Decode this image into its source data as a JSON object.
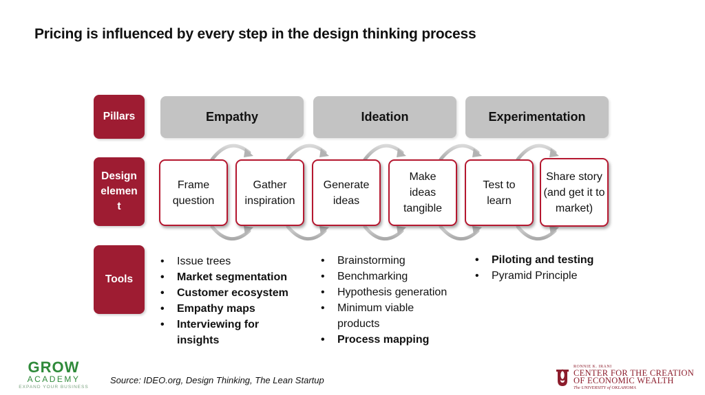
{
  "title": "Pricing is influenced by every step in the design thinking process",
  "row_labels": {
    "pillars": "Pillars",
    "design_element": "Design elemen t",
    "tools": "Tools"
  },
  "pillars": [
    "Empathy",
    "Ideation",
    "Experimentation"
  ],
  "design_elements": [
    "Frame question",
    "Gather inspiration",
    "Generate ideas",
    "Make ideas tangible",
    "Test to learn",
    "Share story (and get it to market)"
  ],
  "tools": {
    "empathy": [
      {
        "text": "Issue trees",
        "bold": false
      },
      {
        "text": "Market segmentation",
        "bold": true
      },
      {
        "text": "Customer ecosystem",
        "bold": true
      },
      {
        "text": "Empathy maps",
        "bold": true
      },
      {
        "text": "Interviewing for insights",
        "bold": true
      }
    ],
    "ideation": [
      {
        "text": "Brainstorming",
        "bold": false
      },
      {
        "text": "Benchmarking",
        "bold": false
      },
      {
        "text": "Hypothesis generation",
        "bold": false
      },
      {
        "text": "Minimum viable products",
        "bold": false
      },
      {
        "text": "Process mapping",
        "bold": true
      }
    ],
    "experimentation": [
      {
        "text": "Piloting and testing",
        "bold": true
      },
      {
        "text": "Pyramid Principle",
        "bold": false
      }
    ]
  },
  "source": "Source: IDEO.org, Design Thinking, The Lean Startup",
  "logos": {
    "grow_word": "GROW",
    "grow_sub": "ACADEMY",
    "grow_tag": "EXPAND YOUR BUSINESS",
    "ou_line1": "RONNIE K. IRANI",
    "ou_line2": "CENTER FOR THE CREATION",
    "ou_line3": "OF ECONOMIC WEALTH",
    "ou_line4": "The UNIVERSITY of OKLAHOMA"
  },
  "colors": {
    "crimson": "#9e1c32",
    "element_border": "#b5172f",
    "pillar_gray": "#c3c3c3",
    "arrow_gray": "#bdbdbd",
    "grow_green": "#2f8a3a"
  }
}
